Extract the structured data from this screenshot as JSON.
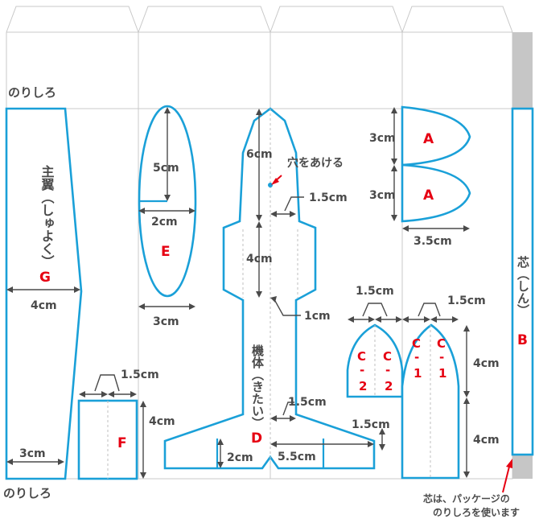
{
  "glue_tab_label_top": "のりしろ",
  "glue_tab_label_bottom": "のりしろ",
  "parts": {
    "main_wing": {
      "name": "主翼（しゅよく）",
      "id": "G",
      "width": "4cm",
      "end_width": "3cm"
    },
    "part_e": {
      "id": "E",
      "height": "5cm",
      "width_inner": "2cm",
      "width_outer": "3cm"
    },
    "part_f": {
      "id": "F",
      "width": "1.5cm",
      "height": "4cm"
    },
    "fuselage": {
      "name": "機体（きたい）",
      "id": "D",
      "nose": "6cm",
      "hole_label": "穴をあける",
      "nose_width": "1.5cm",
      "middle": "4cm",
      "middle_width": "1cm",
      "tail_width": "1.5cm",
      "tail_span": "5.5cm",
      "tail_height": "2cm",
      "tail_fin": "1.5cm"
    },
    "part_a": {
      "id": "A",
      "height": "3cm",
      "width": "3.5cm"
    },
    "part_c2": {
      "id": "C-2",
      "width": "1.5cm"
    },
    "part_c1": {
      "id": "C-1",
      "width": "1.5cm",
      "height_upper": "4cm",
      "height_lower": "4cm"
    },
    "core": {
      "name": "芯（しん）",
      "id": "B"
    }
  },
  "note": "芯は、パッケージの\nのりしろを使います",
  "colors": {
    "cut_line": "#1aa0d8",
    "label_red": "#e60012",
    "text_gray": "#4a4a4a",
    "core_fill": "#c6c6c6"
  }
}
